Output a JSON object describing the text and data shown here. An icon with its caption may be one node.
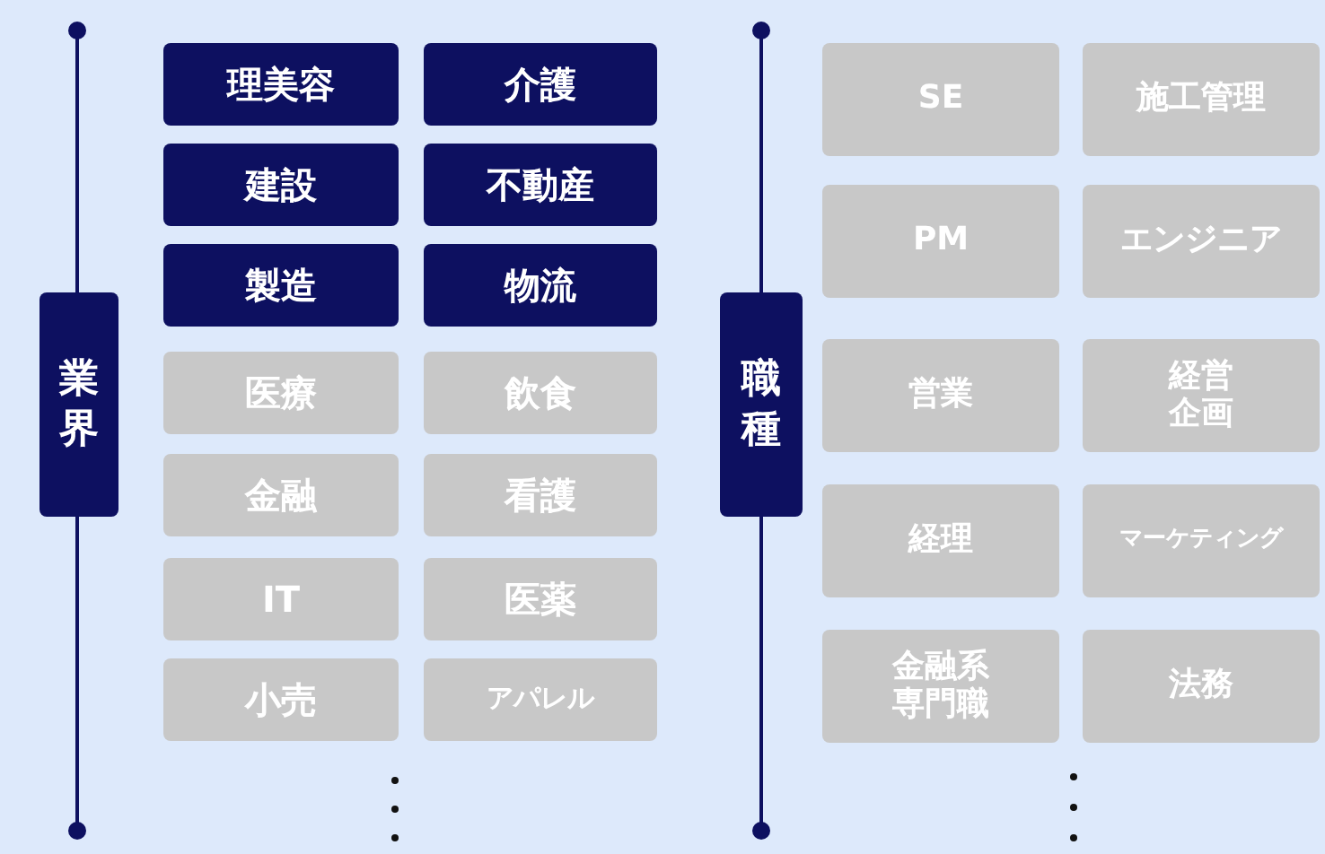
{
  "diagram": {
    "nodes": [
      {
        "text": [
          "業界"
        ]
      },
      {
        "text": [
          "理美容"
        ]
      },
      {
        "text": [
          "介護"
        ]
      },
      {
        "text": [
          "建設"
        ]
      },
      {
        "text": [
          "不動産"
        ]
      },
      {
        "text": [
          "製造"
        ]
      },
      {
        "text": [
          "物流"
        ]
      },
      {
        "text": [
          "医療"
        ]
      },
      {
        "text": [
          "飲食"
        ]
      },
      {
        "text": [
          "金融"
        ]
      },
      {
        "text": [
          "看護"
        ]
      },
      {
        "text": [
          "IT"
        ]
      },
      {
        "text": [
          "医薬"
        ]
      },
      {
        "text": [
          "小売"
        ]
      },
      {
        "text": [
          "アパレル"
        ]
      },
      {
        "text": [
          "職種"
        ]
      },
      {
        "text": [
          "SE"
        ]
      },
      {
        "text": [
          "施工管理"
        ]
      },
      {
        "text": [
          "PM"
        ]
      },
      {
        "text": [
          "エンジニア"
        ]
      },
      {
        "text": [
          "営業"
        ]
      },
      {
        "text": [
          "経営企画"
        ]
      },
      {
        "text": [
          "経理"
        ]
      },
      {
        "text": [
          "マーケティング"
        ]
      },
      {
        "text": [
          "金融系専門職"
        ]
      },
      {
        "text": [
          "法務"
        ]
      }
    ]
  }
}
